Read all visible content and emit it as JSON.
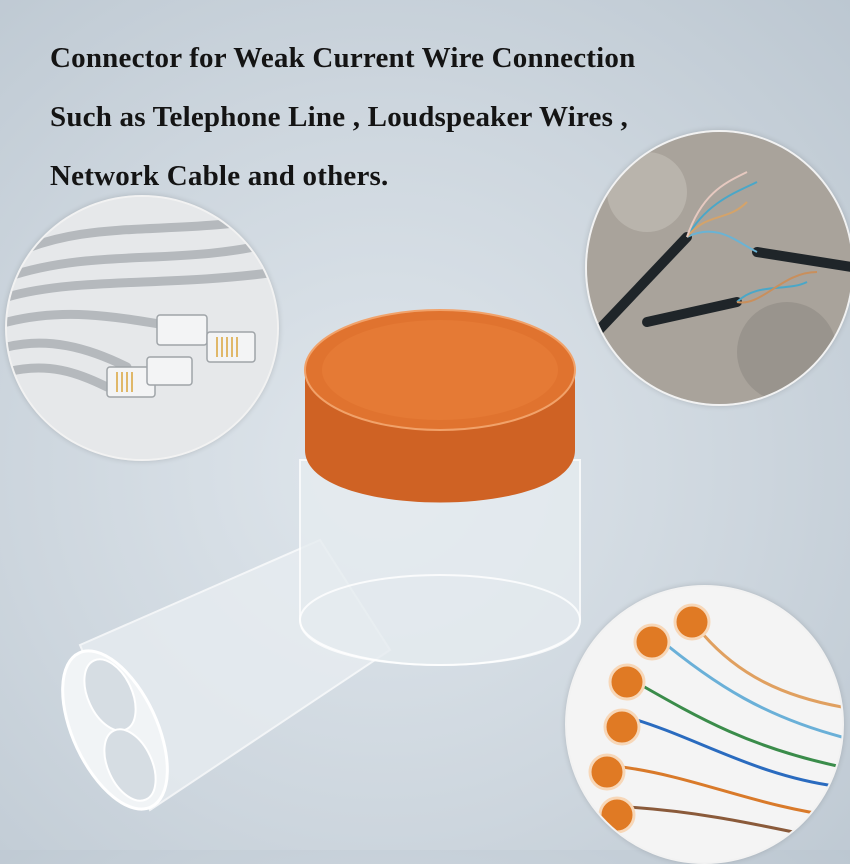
{
  "headline": {
    "line1": "Connector for Weak Current Wire Connection",
    "line2": "Such as Telephone Line , Loudspeaker Wires ,",
    "line3": "Network Cable and others."
  },
  "images": {
    "left_circle": "network-cables-rj45",
    "top_right_circle": "twisted-telephone-wires",
    "bottom_right_circle": "connectors-on-colored-wires",
    "center": "orange-cap-wire-connector"
  },
  "colors": {
    "cap_orange": "#d8692a",
    "background": "#cdd6de",
    "text": "#141414"
  }
}
